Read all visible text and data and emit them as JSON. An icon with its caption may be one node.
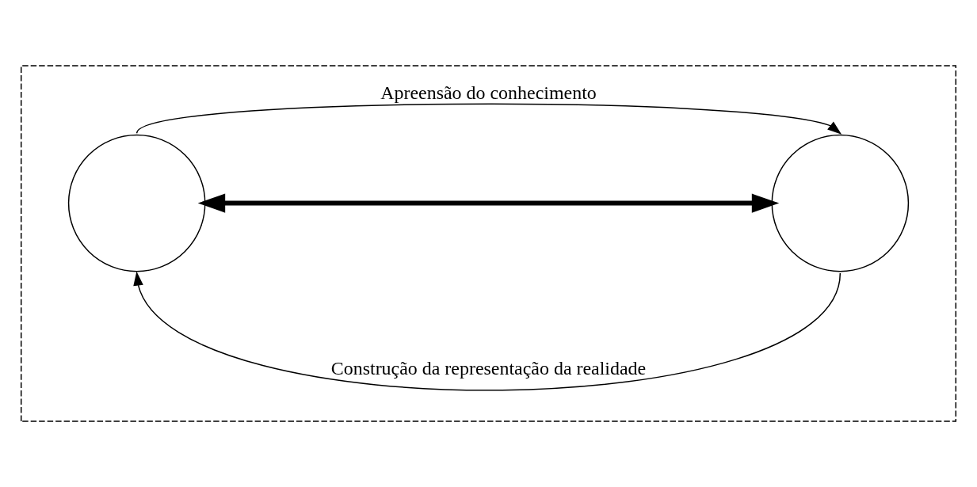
{
  "diagram": {
    "nodes": [
      {
        "text": [],
        "shape": "box"
      },
      {
        "text": [],
        "shape": "circle",
        "in": 0
      },
      {
        "text": [],
        "shape": "circle",
        "in": 0
      }
    ],
    "edges": [
      {
        "from": 1,
        "to": 2,
        "arrow": "to",
        "label": "Apreensão do conhecimento"
      },
      {
        "from": 1,
        "to": 2,
        "arrow": "both",
        "style": "thick"
      },
      {
        "from": 2,
        "to": 1,
        "arrow": "to",
        "label": "Construção da representação da realidade"
      }
    ]
  }
}
